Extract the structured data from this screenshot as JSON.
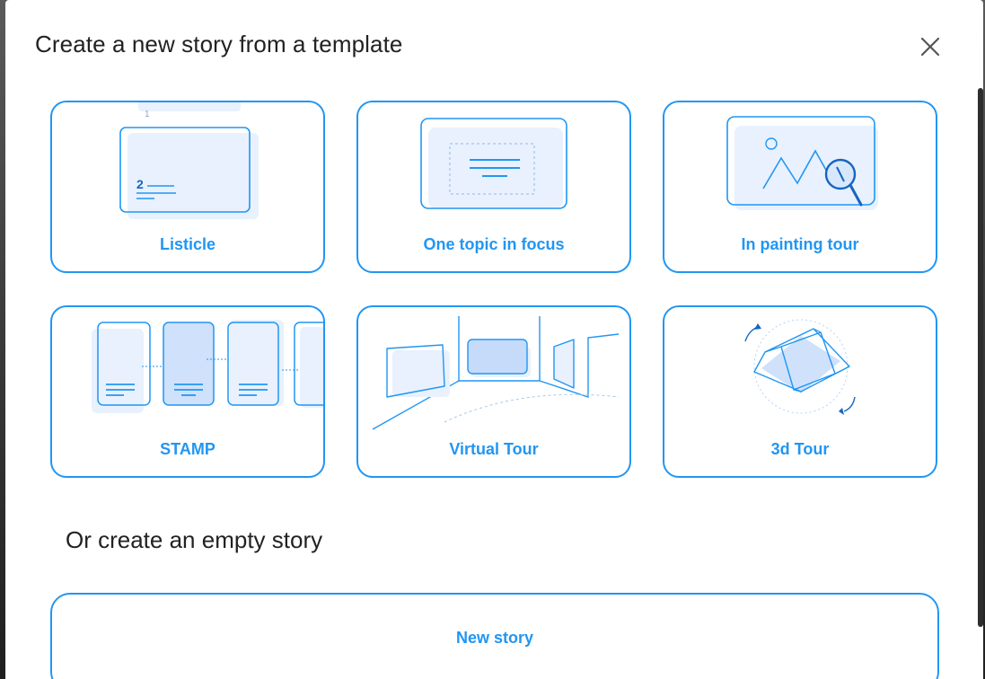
{
  "dialog": {
    "title": "Create a new story from a template",
    "close_icon": "close-icon"
  },
  "templates": [
    {
      "label": "Listicle",
      "icon": "listicle-illustration",
      "badge_top": "1",
      "badge_number": "2"
    },
    {
      "label": "One topic in focus",
      "icon": "one-topic-illustration"
    },
    {
      "label": "In painting tour",
      "icon": "in-painting-tour-illustration"
    },
    {
      "label": "STAMP",
      "icon": "stamp-illustration"
    },
    {
      "label": "Virtual Tour",
      "icon": "virtual-tour-illustration"
    },
    {
      "label": "3d Tour",
      "icon": "3d-tour-illustration"
    }
  ],
  "empty_section": {
    "title": "Or create an empty story",
    "button_label": "New story"
  },
  "colors": {
    "accent": "#2196f3",
    "accent_fill": "#e8f1fd",
    "title_text": "#222222"
  }
}
